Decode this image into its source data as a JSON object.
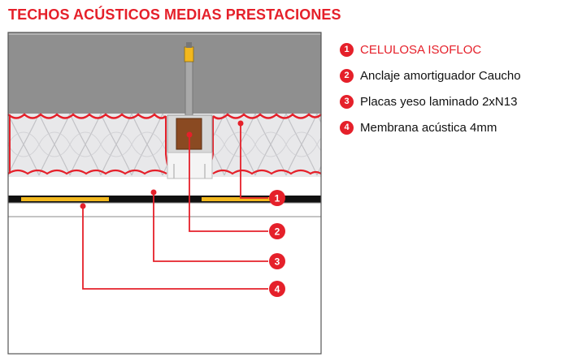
{
  "title": "TECHOS ACÚSTICOS MEDIAS PRESTACIONES",
  "callouts": [
    "1",
    "2",
    "3",
    "4"
  ],
  "legend": [
    {
      "num": "1",
      "text": "CELULOSA ISOFLOC"
    },
    {
      "num": "2",
      "text": "Anclaje amortiguador Caucho"
    },
    {
      "num": "3",
      "text": "Placas yeso laminado 2xN13"
    },
    {
      "num": "4",
      "text": "Membrana acústica 4mm"
    }
  ],
  "colors": {
    "accent": "#e5202a",
    "slab": "#8f8f8f",
    "insulation_edge": "#e5202a",
    "membrane": "#f2b81e",
    "anchor": "#8a4a22"
  }
}
